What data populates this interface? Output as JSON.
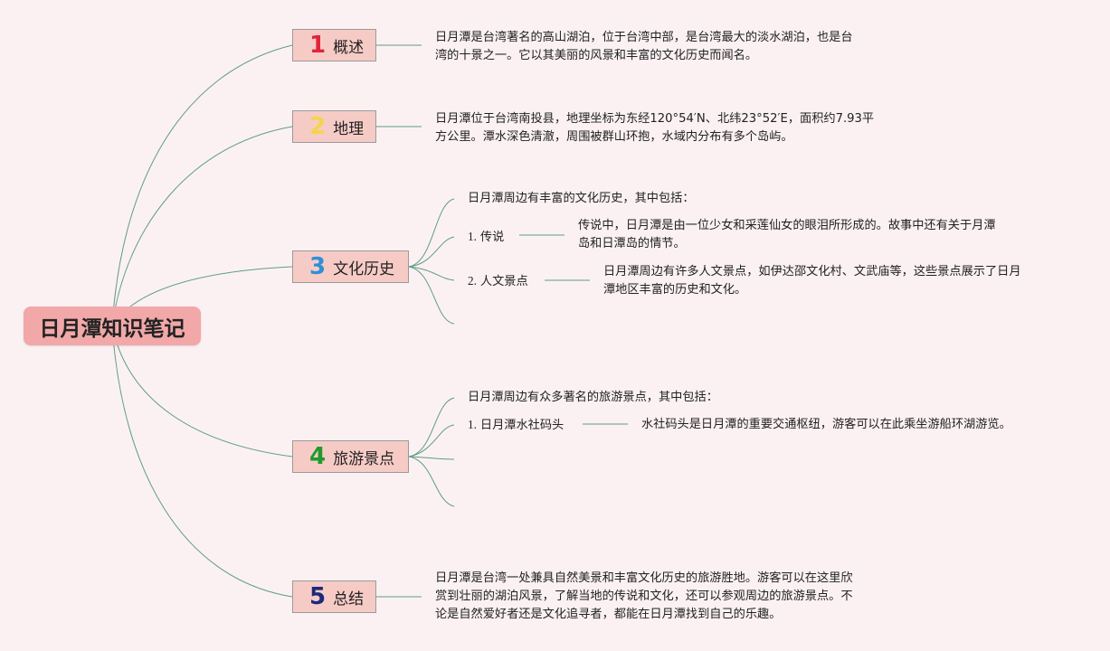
{
  "root": {
    "label": "日月潭知识笔记"
  },
  "colors": {
    "link": "#5f9c8a",
    "num1": "#e0243a",
    "num2": "#f5d44a",
    "num3": "#2f8fd8",
    "num4": "#1f9a2c",
    "num5": "#1c2a7a"
  },
  "topics": [
    {
      "num": "1",
      "label": "概述",
      "text_lines": [
        "日月潭是台湾著名的高山湖泊，位于台湾中部，是台湾最大的淡水湖泊，也是台",
        "湾的十景之一。它以其美丽的风景和丰富的文化历史而闻名。"
      ]
    },
    {
      "num": "2",
      "label": "地理",
      "text_lines": [
        "日月潭位于台湾南投县，地理坐标为东经120°54′N、北纬23°52′E，面积约7.93平",
        "方公里。潭水深色清澈，周围被群山环抱，水域内分布有多个岛屿。"
      ]
    },
    {
      "num": "3",
      "label": "文化历史",
      "intro": "日月潭周边有丰富的文化历史，其中包括：",
      "items": [
        {
          "index": "1.",
          "label": "传说",
          "detail_lines": [
            "传说中，日月潭是由一位少女和采莲仙女的眼泪所形成的。故事中还有关于月潭",
            "岛和日潭岛的情节。"
          ]
        },
        {
          "index": "2.",
          "label": "人文景点",
          "detail_lines": [
            "日月潭周边有许多人文景点，如伊达邵文化村、文武庙等，这些景点展示了日月",
            "潭地区丰富的历史和文化。"
          ]
        }
      ]
    },
    {
      "num": "4",
      "label": "旅游景点",
      "intro": "日月潭周边有众多著名的旅游景点，其中包括：",
      "items": [
        {
          "index": "1.",
          "label": "日月潭水社码头",
          "detail_lines": [
            "水社码头是日月潭的重要交通枢纽，游客可以在此乘坐游船环湖游览。"
          ]
        }
      ]
    },
    {
      "num": "5",
      "label": "总结",
      "text_lines": [
        "日月潭是台湾一处兼具自然美景和丰富文化历史的旅游胜地。游客可以在这里欣",
        "赏到壮丽的湖泊风景，了解当地的传说和文化，还可以参观周边的旅游景点。不",
        "论是自然爱好者还是文化追寻者，都能在日月潭找到自己的乐趣。"
      ]
    }
  ]
}
